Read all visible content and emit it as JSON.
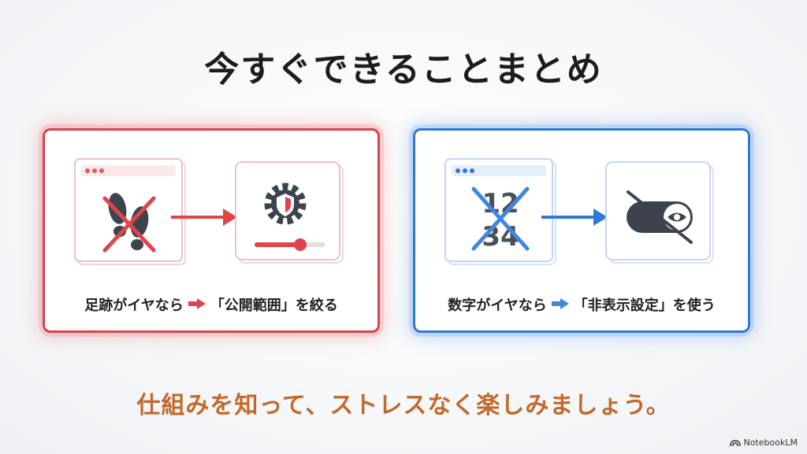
{
  "title": "今すぐできることまとめ",
  "cards": [
    {
      "caption_before": "足跡がイヤなら",
      "caption_after": "「公開範囲」を絞る",
      "accent": "#d9434b",
      "left_icon": "footprints-crossed-icon",
      "right_icon": "gear-shield-icon"
    },
    {
      "caption_before": "数字がイヤなら",
      "caption_after": "「非表示設定」を使う",
      "accent": "#2f78d8",
      "left_icon": "numbers-crossed-icon",
      "right_icon": "eye-off-toggle-icon",
      "number_top": "12",
      "number_bottom": "34"
    }
  ],
  "tagline": "仕組みを知って、ストレスなく楽しみましょう。",
  "brand": "NotebookLM"
}
